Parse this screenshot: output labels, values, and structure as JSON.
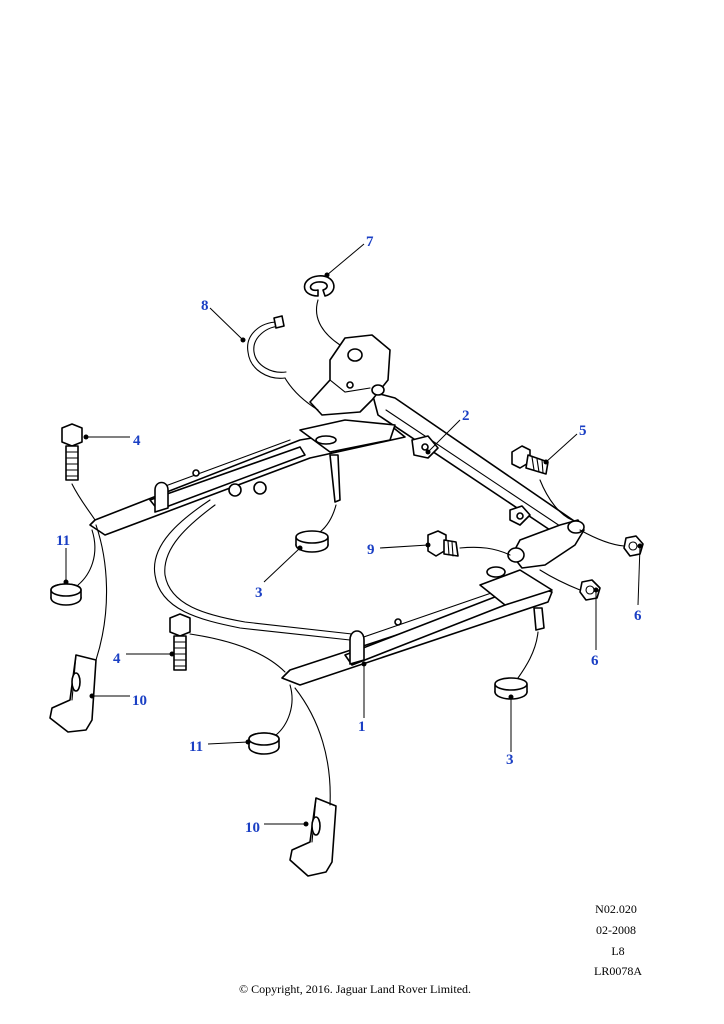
{
  "diagram": {
    "callout_color": "#1a3fc4",
    "callouts": {
      "c1": "1",
      "c2": "2",
      "c3a": "3",
      "c3b": "3",
      "c4a": "4",
      "c4b": "4",
      "c5": "5",
      "c6a": "6",
      "c6b": "6",
      "c7": "7",
      "c8": "8",
      "c9": "9",
      "c10a": "10",
      "c10b": "10",
      "c11a": "11",
      "c11b": "11"
    }
  },
  "reference": {
    "code": "N02.020",
    "date": "02-2008",
    "model": "L8",
    "illustration": "LR0078A"
  },
  "footer": {
    "copyright": "© Copyright, 2016. Jaguar Land Rover Limited."
  }
}
